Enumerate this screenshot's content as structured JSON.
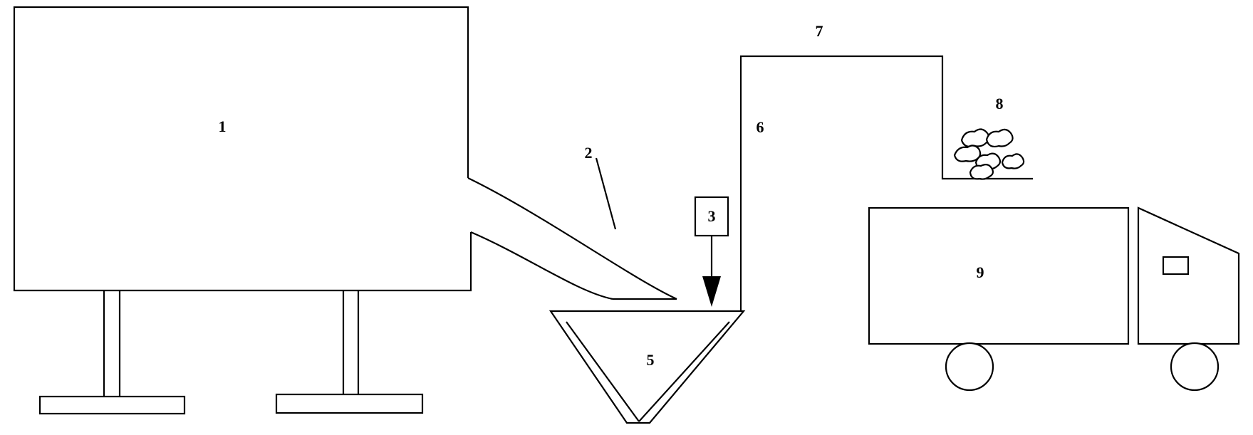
{
  "labels": {
    "l1": "1",
    "l2": "2",
    "l3": "3",
    "l5": "5",
    "l6": "6",
    "l7": "7",
    "l8": "8",
    "l9": "9"
  },
  "colors": {
    "line": "#000000",
    "background": "#ffffff"
  }
}
